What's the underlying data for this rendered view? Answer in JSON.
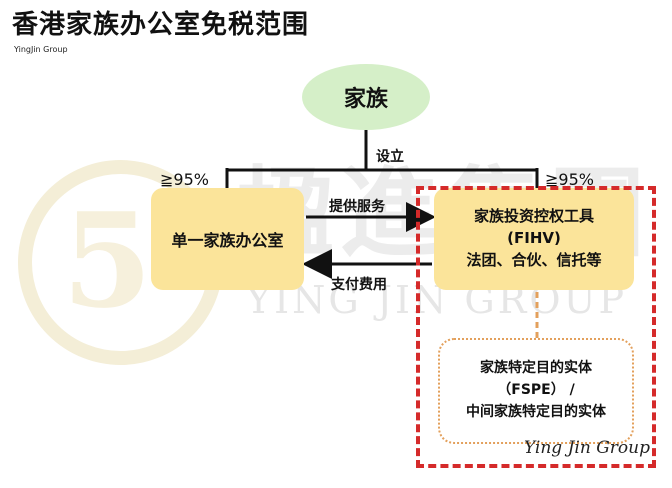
{
  "header": {
    "title": "香港家族办公室免税范围",
    "subtitle": "YingJin Group"
  },
  "watermark": {
    "seal_char": "5",
    "chinese": "楹進集團",
    "english": "YING JIN GROUP"
  },
  "diagram": {
    "family": "家族",
    "setup_label": "设立",
    "left_pct": "≧95%",
    "right_pct": "≧95%",
    "sfo": "单一家族办公室",
    "fihv_line1": "家族投资控权工具",
    "fihv_line2": "(FIHV)",
    "fihv_line3": "法团、合伙、信托等",
    "service_label": "提供服务",
    "payment_label": "支付费用",
    "fspe_line1": "家族特定目的实体",
    "fspe_line2": "（FSPE） /",
    "fspe_line3": "中间家族特定目的实体"
  },
  "signature": "Ying Jin Group",
  "colors": {
    "family_fill": "#d5efc8",
    "box_fill": "#fbe49a",
    "red_dashed": "#d52a2a",
    "orange_dotted": "#e3a05c"
  }
}
